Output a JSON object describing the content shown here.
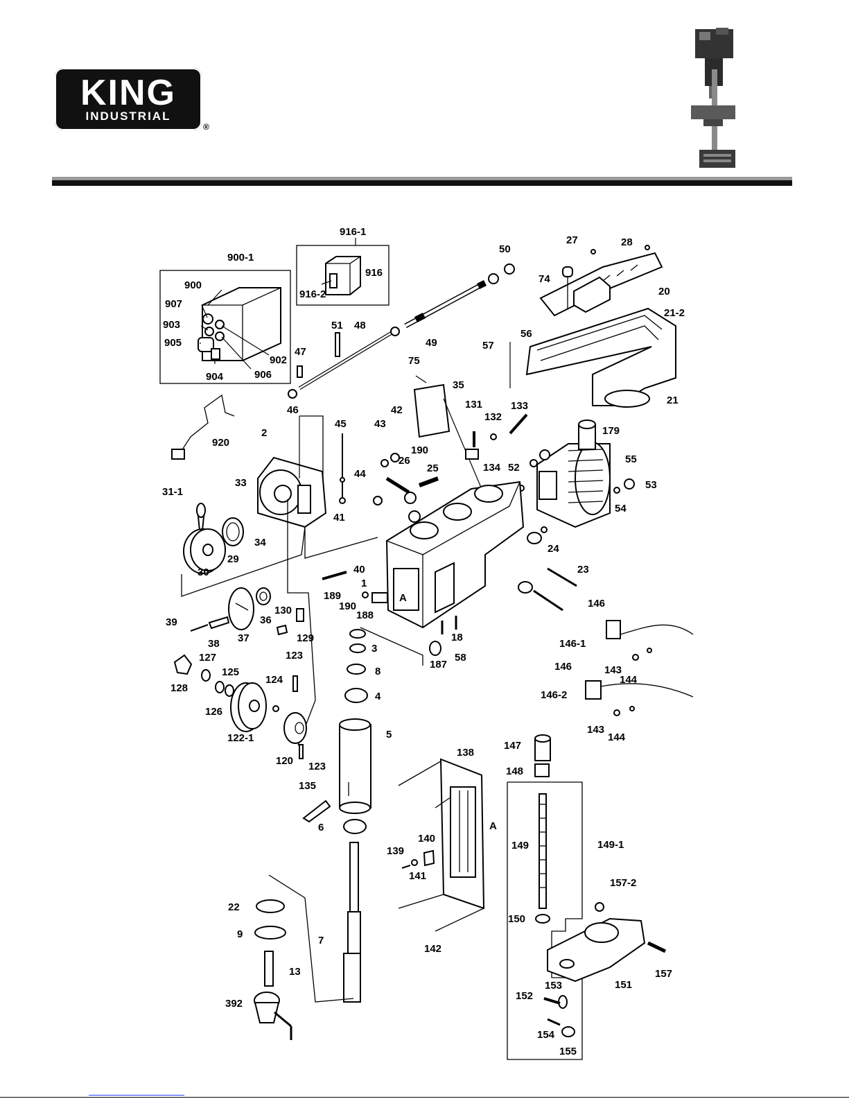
{
  "logo": {
    "brand": "KING",
    "sub": "INDUSTRIAL",
    "reg": "®"
  },
  "part_labels": [
    "900-1",
    "900",
    "907",
    "903",
    "905",
    "904",
    "906",
    "902",
    "916-1",
    "916",
    "916-2",
    "50",
    "27",
    "28",
    "74",
    "20",
    "21-2",
    "21",
    "56",
    "57",
    "51",
    "48",
    "49",
    "47",
    "46",
    "75",
    "35",
    "131",
    "132",
    "133",
    "134",
    "179",
    "55",
    "53",
    "54",
    "52",
    "920",
    "2",
    "45",
    "43",
    "42",
    "44",
    "41",
    "190",
    "26",
    "25",
    "31-1",
    "33",
    "29",
    "30",
    "34",
    "40",
    "1",
    "A",
    "189",
    "188",
    "24",
    "23",
    "146",
    "146-1",
    "143",
    "144",
    "146-2",
    "18",
    "58",
    "187",
    "39",
    "38",
    "37",
    "36",
    "130",
    "129",
    "3",
    "8",
    "4",
    "5",
    "128",
    "127",
    "125",
    "126",
    "122-1",
    "124",
    "123",
    "120",
    "135",
    "147",
    "148",
    "138",
    "140",
    "139",
    "141",
    "6",
    "149",
    "149-1",
    "157-2",
    "22",
    "9",
    "7",
    "13",
    "392",
    "142",
    "150",
    "151",
    "157",
    "152",
    "153",
    "154",
    "155"
  ],
  "diagram": {
    "callouts": {
      "c900_1": "900-1",
      "c900": "900",
      "c907": "907",
      "c903": "903",
      "c905": "905",
      "c904": "904",
      "c906": "906",
      "c902": "902",
      "c916_1": "916-1",
      "c916": "916",
      "c916_2": "916-2",
      "c50": "50",
      "c27": "27",
      "c28": "28",
      "c74": "74",
      "c20": "20",
      "c21_2": "21-2",
      "c21": "21",
      "c56": "56",
      "c57": "57",
      "c51": "51",
      "c48": "48",
      "c49": "49",
      "c47": "47",
      "c46": "46",
      "c75": "75",
      "c35": "35",
      "c131": "131",
      "c132": "132",
      "c133": "133",
      "c134": "134",
      "c179": "179",
      "c55": "55",
      "c53": "53",
      "c54": "54",
      "c52": "52",
      "c920": "920",
      "c2": "2",
      "c45": "45",
      "c43": "43",
      "c42": "42",
      "c44": "44",
      "c41": "41",
      "c190a": "190",
      "c26": "26",
      "c25": "25",
      "c31_1": "31-1",
      "c33": "33",
      "c29": "29",
      "c30": "30",
      "c34": "34",
      "c40": "40",
      "c1": "1",
      "cA1": "A",
      "c189": "189",
      "c190b": "190",
      "c188": "188",
      "c24": "24",
      "c23": "23",
      "c146a": "146",
      "c146_1": "146-1",
      "c143a": "143",
      "c144a": "144",
      "c146b": "146",
      "c146_2": "146-2",
      "c143b": "143",
      "c144b": "144",
      "c18": "18",
      "c58": "58",
      "c187": "187",
      "c39": "39",
      "c38": "38",
      "c37": "37",
      "c36": "36",
      "c130": "130",
      "c129": "129",
      "c3": "3",
      "c8": "8",
      "c4": "4",
      "c5": "5",
      "c128": "128",
      "c127": "127",
      "c125": "125",
      "c126": "126",
      "c122_1": "122-1",
      "c124": "124",
      "c123a": "123",
      "c123b": "123",
      "c120": "120",
      "c135": "135",
      "c147": "147",
      "c148": "148",
      "c138": "138",
      "cA2": "A",
      "c140": "140",
      "c139": "139",
      "c141": "141",
      "c6": "6",
      "c149": "149",
      "c149_1": "149-1",
      "c157_2": "157-2",
      "c22": "22",
      "c9": "9",
      "c7": "7",
      "c13": "13",
      "c392": "392",
      "c142": "142",
      "c150": "150",
      "c151": "151",
      "c157": "157",
      "c152": "152",
      "c153": "153",
      "c154": "154",
      "c155": "155"
    }
  }
}
